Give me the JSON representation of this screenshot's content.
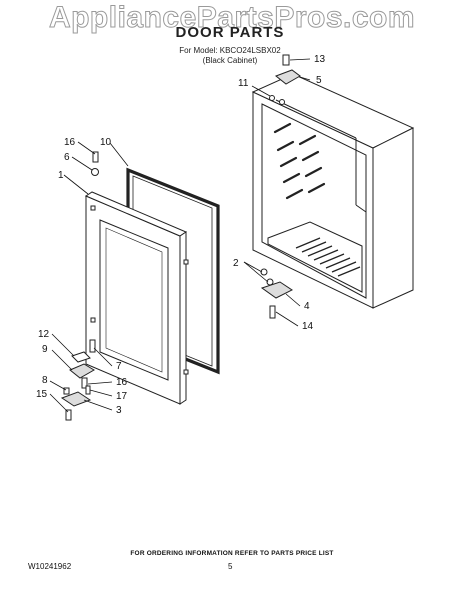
{
  "watermark": "AppliancePartsPros.com",
  "header": {
    "title": "DOOR PARTS",
    "model_line": "For Model: KBCO24LSBX02",
    "cabinet_line": "(Black Cabinet)"
  },
  "callouts": {
    "c13": "13",
    "c5": "5",
    "c11": "11",
    "c16a": "16",
    "c10": "10",
    "c6": "6",
    "c1": "1",
    "c2": "2",
    "c4": "4",
    "c14": "14",
    "c12": "12",
    "c9": "9",
    "c7": "7",
    "c16b": "16",
    "c8": "8",
    "c17": "17",
    "c15": "15",
    "c3": "3"
  },
  "footer": {
    "ordering_note": "FOR ORDERING INFORMATION REFER TO PARTS PRICE LIST",
    "doc_number": "W10241962",
    "page_number": "5"
  }
}
